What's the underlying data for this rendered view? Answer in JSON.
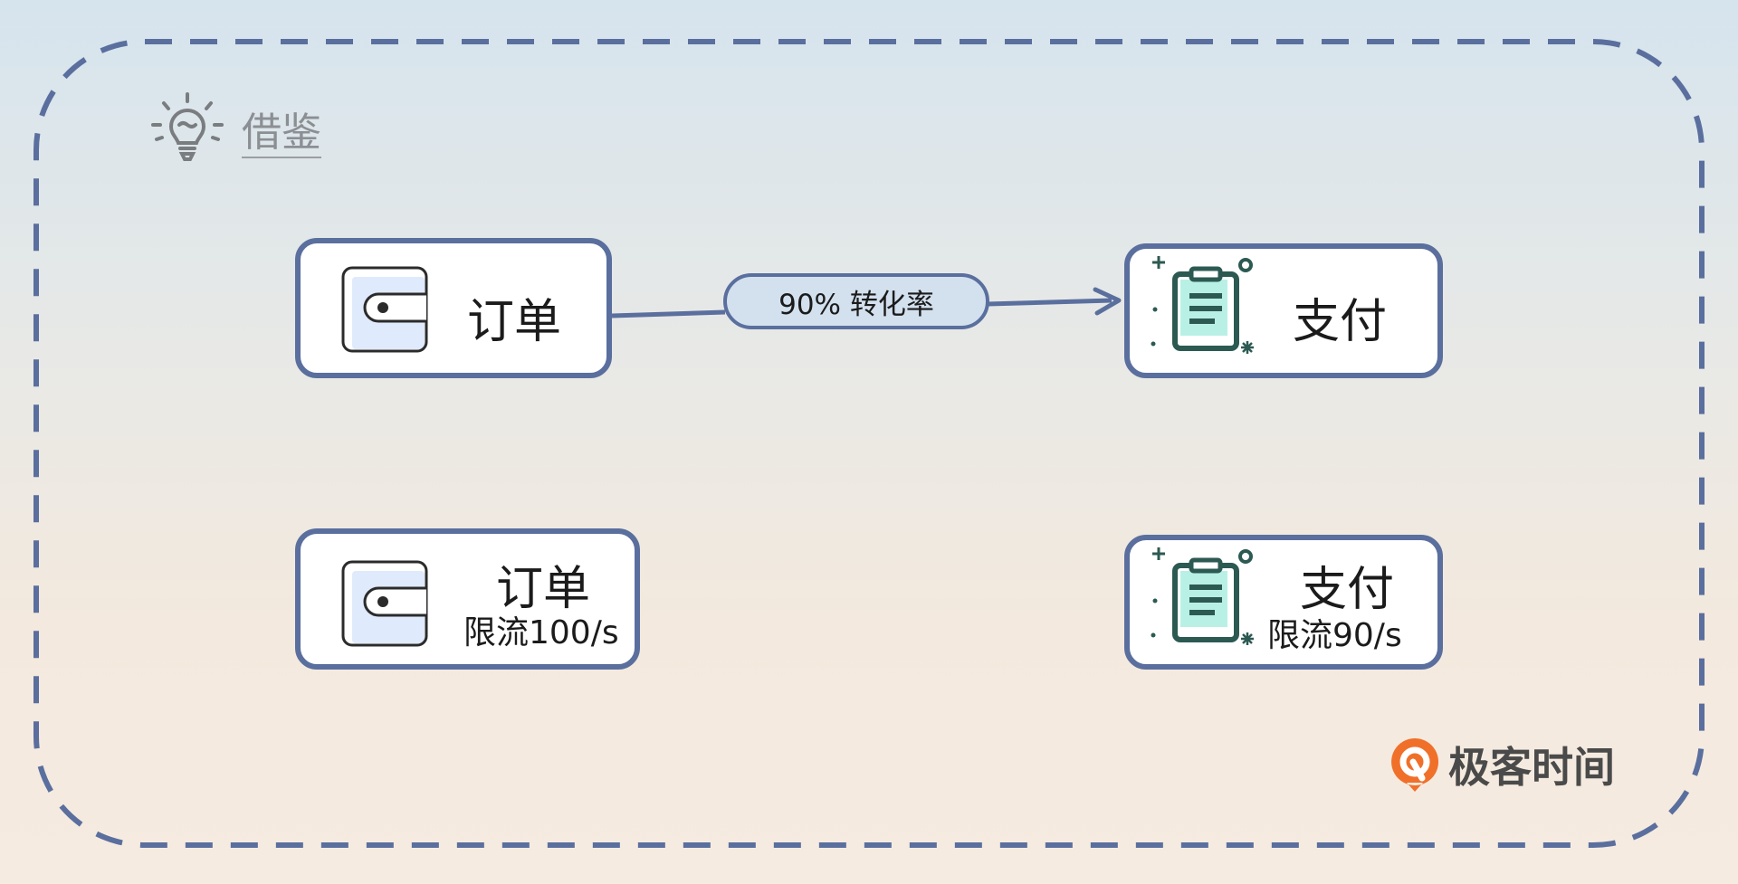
{
  "header": {
    "icon": "lightbulb-icon",
    "label": "借鉴"
  },
  "nodes": {
    "order_top": {
      "title": "订单",
      "icon": "wallet-icon"
    },
    "payment_top": {
      "title": "支付",
      "icon": "clipboard-icon"
    },
    "order_bottom": {
      "title": "订单",
      "subtitle": "限流100/s",
      "icon": "wallet-icon"
    },
    "payment_bottom": {
      "title": "支付",
      "subtitle": "限流90/s",
      "icon": "clipboard-icon"
    }
  },
  "edge": {
    "label": "90% 转化率"
  },
  "brand": {
    "icon": "geektime-logo-icon",
    "text": "极客时间"
  },
  "colors": {
    "border": "#5a6f9e",
    "edge_label_fill": "#d3e0ee",
    "wallet_fill": "#dfeafc",
    "clipboard_stroke": "#2c5a52",
    "clipboard_fill": "#b9f0e6",
    "brand_orange": "#f0702a"
  }
}
